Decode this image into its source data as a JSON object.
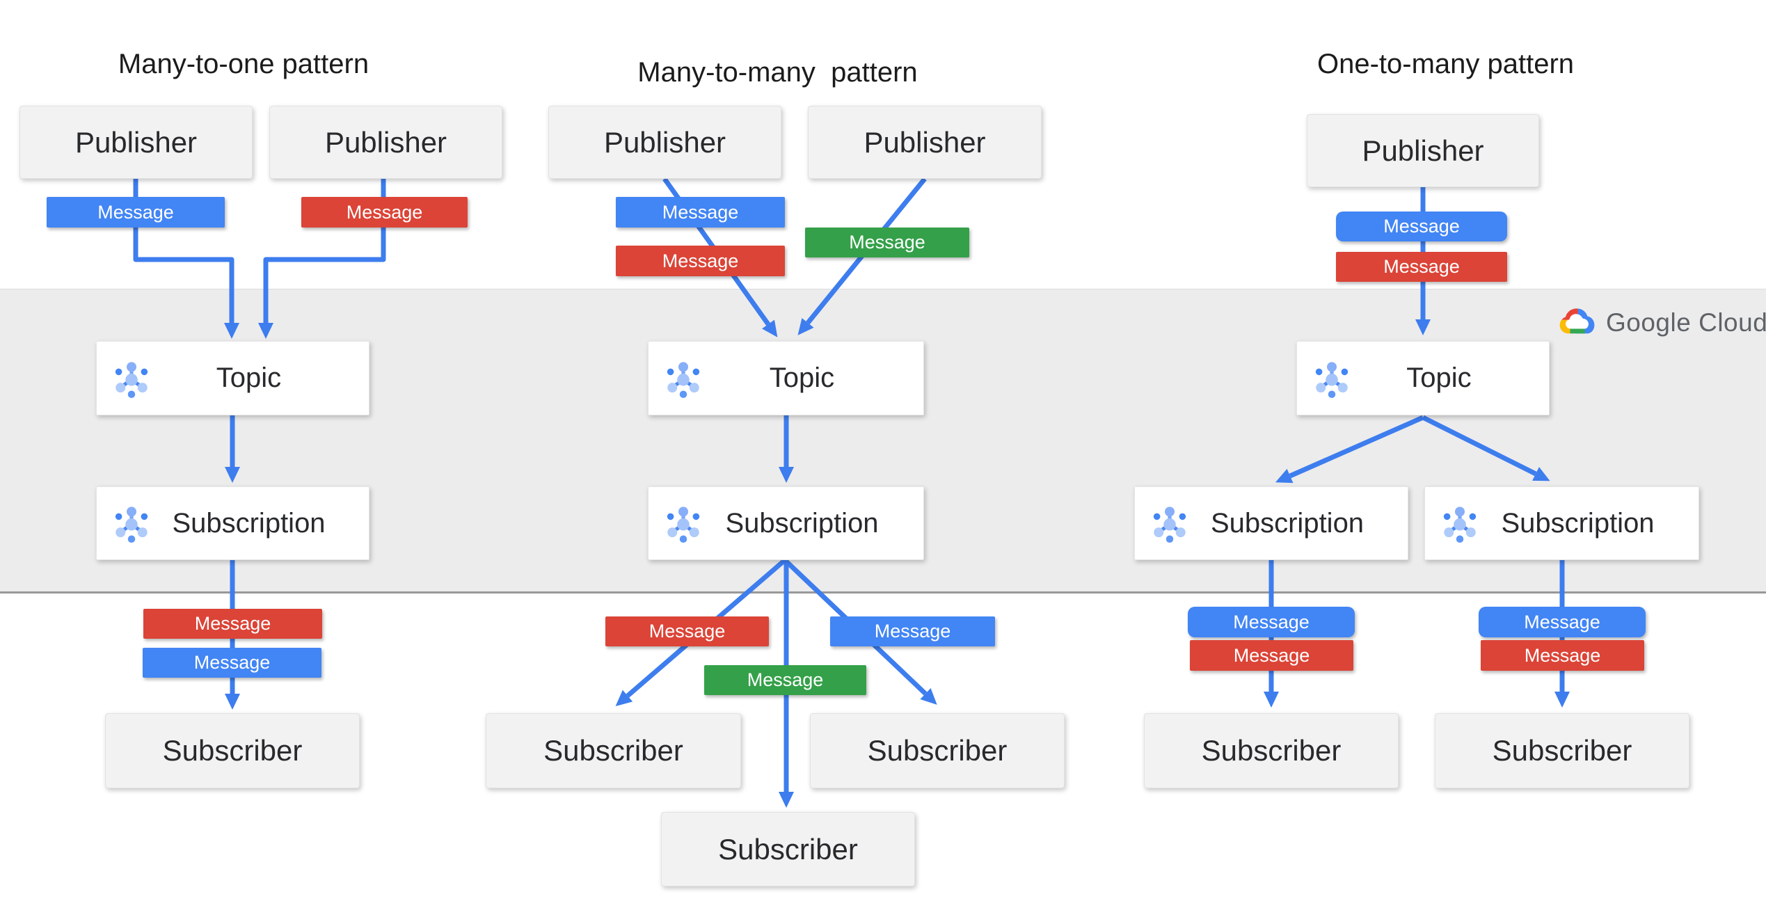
{
  "colors": {
    "message_blue": "#4285f4",
    "message_red": "#db4437",
    "message_green": "#34a049",
    "arrow_blue": "#3d7dee",
    "band_gray": "#ececec",
    "box_gray": "#f2f2f2",
    "node_white": "#ffffff",
    "title_text": "#1b1b1b",
    "label_text": "#28292c",
    "logo_gray": "#5f6368"
  },
  "icons": {
    "pubsub": "pubsub-hub-icon",
    "cloud": "google-cloud-logo-icon"
  },
  "logo": {
    "google": "Google",
    "cloud": "Cloud"
  },
  "patterns": [
    {
      "title": "Many-to-one pattern",
      "publishers": [
        "Publisher",
        "Publisher"
      ],
      "messages_top": [
        {
          "label": "Message",
          "color": "blue"
        },
        {
          "label": "Message",
          "color": "red"
        }
      ],
      "topic": "Topic",
      "subscription": "Subscription",
      "messages_bottom": [
        {
          "label": "Message",
          "color": "red"
        },
        {
          "label": "Message",
          "color": "blue"
        }
      ],
      "subscribers": [
        "Subscriber"
      ]
    },
    {
      "title": "Many-to-many  pattern",
      "publishers": [
        "Publisher",
        "Publisher"
      ],
      "messages_top": [
        {
          "label": "Message",
          "color": "blue"
        },
        {
          "label": "Message",
          "color": "red"
        },
        {
          "label": "Message",
          "color": "green"
        }
      ],
      "topic": "Topic",
      "subscription": "Subscription",
      "messages_bottom": [
        {
          "label": "Message",
          "color": "red"
        },
        {
          "label": "Message",
          "color": "blue"
        },
        {
          "label": "Message",
          "color": "green"
        }
      ],
      "subscribers": [
        "Subscriber",
        "Subscriber",
        "Subscriber"
      ]
    },
    {
      "title": "One-to-many pattern",
      "publishers": [
        "Publisher"
      ],
      "messages_top": [
        {
          "label": "Message",
          "color": "blue"
        },
        {
          "label": "Message",
          "color": "red"
        }
      ],
      "topic": "Topic",
      "subscriptions": [
        "Subscription",
        "Subscription"
      ],
      "messages_bottom": [
        {
          "label": "Message",
          "color": "blue"
        },
        {
          "label": "Message",
          "color": "red"
        },
        {
          "label": "Message",
          "color": "blue"
        },
        {
          "label": "Message",
          "color": "red"
        }
      ],
      "subscribers": [
        "Subscriber",
        "Subscriber"
      ]
    }
  ]
}
